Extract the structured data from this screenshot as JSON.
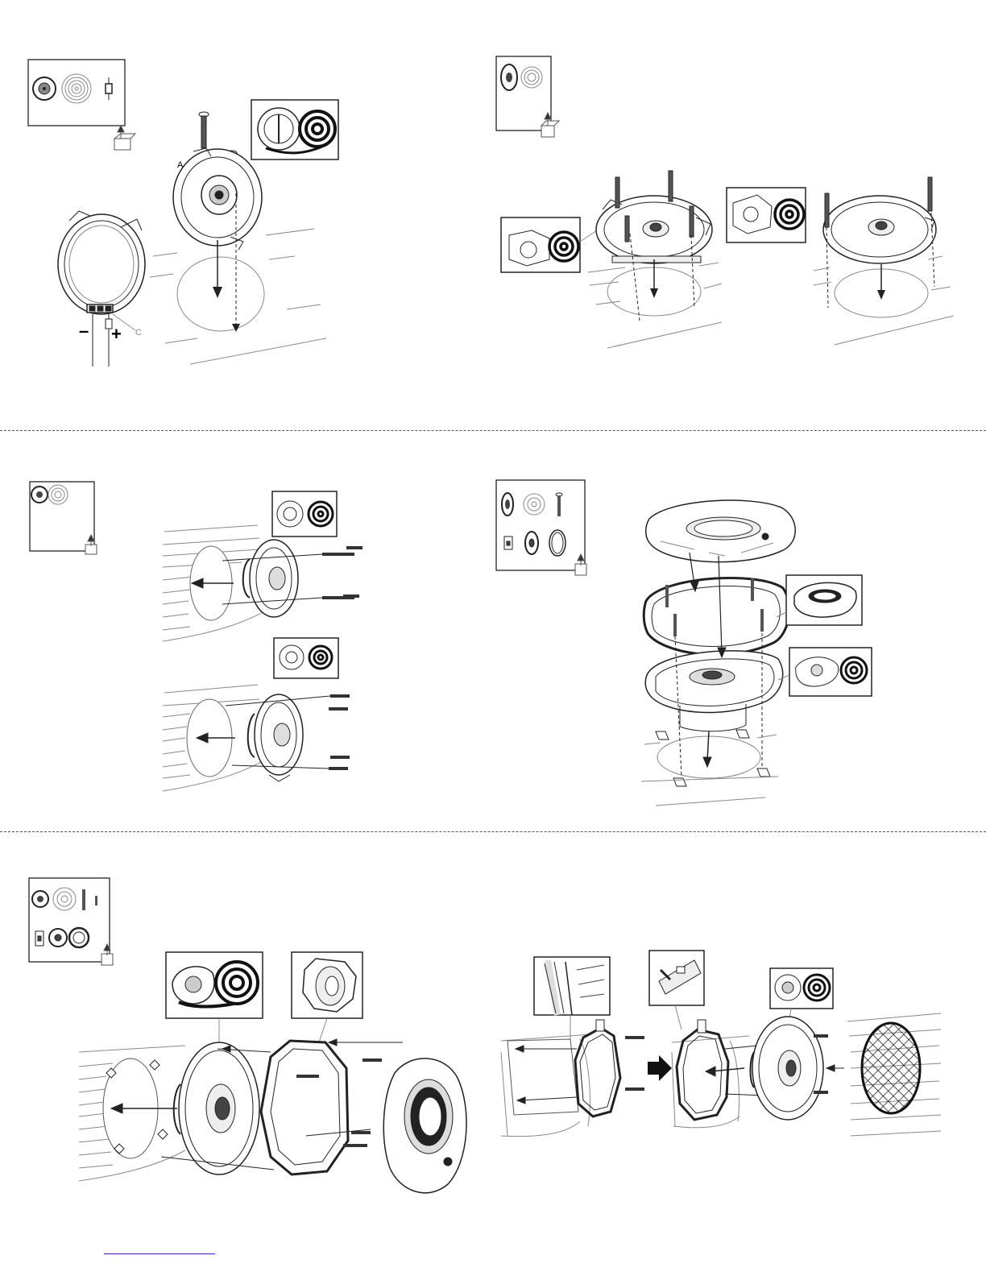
{
  "document": {
    "type": "speaker installation diagrams",
    "panels": [
      {
        "id": "p1",
        "labels": {
          "negative": "–",
          "positive": "+",
          "callout_c": "C",
          "callout_a": "A"
        }
      },
      {
        "id": "p2"
      },
      {
        "id": "p3"
      },
      {
        "id": "p4"
      },
      {
        "id": "p5"
      },
      {
        "id": "p6"
      }
    ]
  },
  "colors": {
    "line": "#222222",
    "light_line": "#888888",
    "divider": "#555555",
    "footer_link": "#2a2ad0"
  },
  "icons": [
    "speaker-icon",
    "spiral-foam-icon",
    "screw-icon",
    "fuse-icon",
    "grille-icon",
    "adapter-ring-icon",
    "bracket-icon",
    "box-icon",
    "arrow-icon"
  ]
}
